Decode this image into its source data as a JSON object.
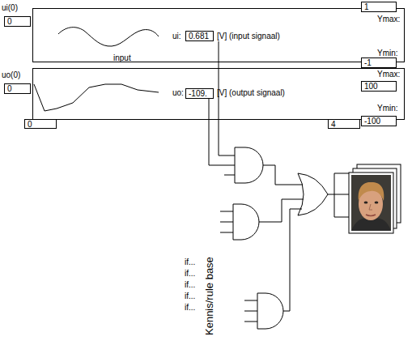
{
  "diagram": {
    "nodes": [
      {
        "text": [
          "ui(0)",
          "0"
        ]
      },
      {
        "text": [
          "ui:",
          "[V] (input signaal)",
          "input",
          "Ymax:",
          "Ymin:"
        ]
      },
      {
        "text": [
          "0.681"
        ],
        "in": 1
      },
      {
        "text": [
          "1"
        ]
      },
      {
        "text": [
          "-1"
        ]
      },
      {
        "text": [
          "uo(0)",
          "0"
        ]
      },
      {
        "text": [
          "uo:",
          "[V] (output signaal)",
          "Ymax:",
          "Ymin:"
        ]
      },
      {
        "text": [
          "-109."
        ],
        "in": 6
      },
      {
        "text": [
          "100"
        ]
      },
      {
        "text": [
          "-100"
        ]
      },
      {
        "text": [
          "0"
        ]
      },
      {
        "text": [
          "4"
        ]
      }
    ],
    "labels": [
      "if...",
      "if...",
      "if...",
      "if...",
      "if...",
      "Kennis/rule base"
    ]
  }
}
